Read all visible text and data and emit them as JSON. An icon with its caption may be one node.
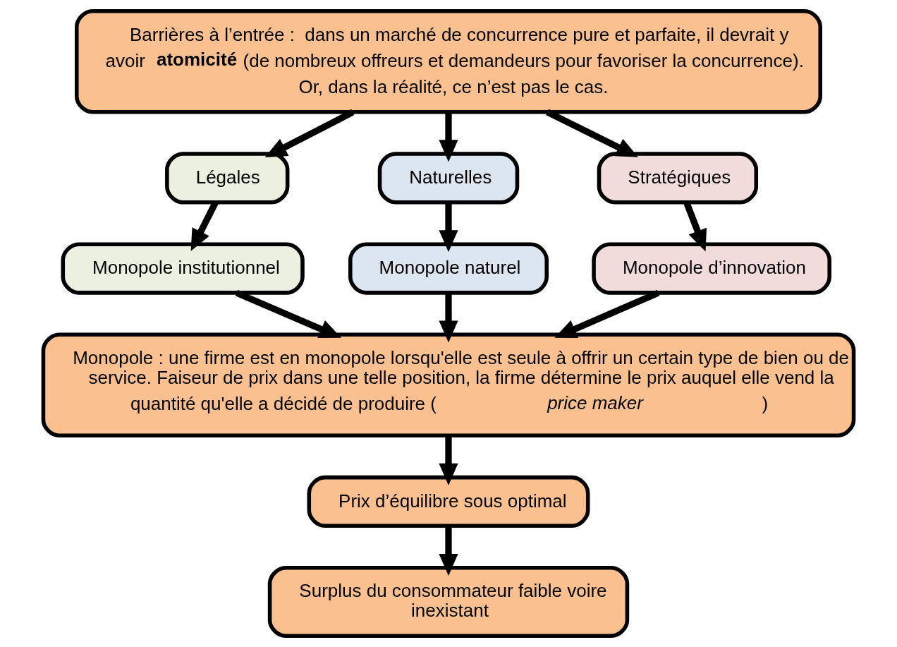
{
  "diagram": {
    "nodes": [
      {
        "text": [
          "Barrières à l’entrée :  dans un marché de concurrence pure et parfaite, il devrait y avoir **atomicité** (de nombreux offreurs et demandeurs pour favoriser la concurrence). Or, dans la réalité, ce n’est pas le cas."
        ]
      },
      {
        "text": [
          "Légales"
        ]
      },
      {
        "text": [
          "Naturelles"
        ]
      },
      {
        "text": [
          "Stratégiques"
        ]
      },
      {
        "text": [
          "Monopole institutionnel"
        ]
      },
      {
        "text": [
          "Monopole naturel"
        ]
      },
      {
        "text": [
          "Monopole d’innovation"
        ]
      },
      {
        "text": [
          "Monopole : une firme est en monopole lorsqu'elle est seule à offrir un certain type de bien ou de service. Faiseur de prix dans une telle position, la firme détermine le prix auquel elle vend la quantité qu'elle a décidé de produire (*price maker*)"
        ]
      },
      {
        "text": [
          "Prix d’équilibre sous optimal"
        ]
      },
      {
        "text": [
          "Surplus du consommateur faible voire inexistant"
        ]
      }
    ],
    "edges": [
      {
        "from": 0,
        "to": 1,
        "arrow": "to"
      },
      {
        "from": 0,
        "to": 2,
        "arrow": "to"
      },
      {
        "from": 0,
        "to": 3,
        "arrow": "to"
      },
      {
        "from": 1,
        "to": 4,
        "arrow": "to"
      },
      {
        "from": 2,
        "to": 5,
        "arrow": "to"
      },
      {
        "from": 3,
        "to": 6,
        "arrow": "to"
      },
      {
        "from": 4,
        "to": 7,
        "arrow": "to"
      },
      {
        "from": 5,
        "to": 7,
        "arrow": "to"
      },
      {
        "from": 6,
        "to": 7,
        "arrow": "to"
      },
      {
        "from": 7,
        "to": 8,
        "arrow": "to"
      },
      {
        "from": 8,
        "to": 9,
        "arrow": "to"
      }
    ]
  }
}
